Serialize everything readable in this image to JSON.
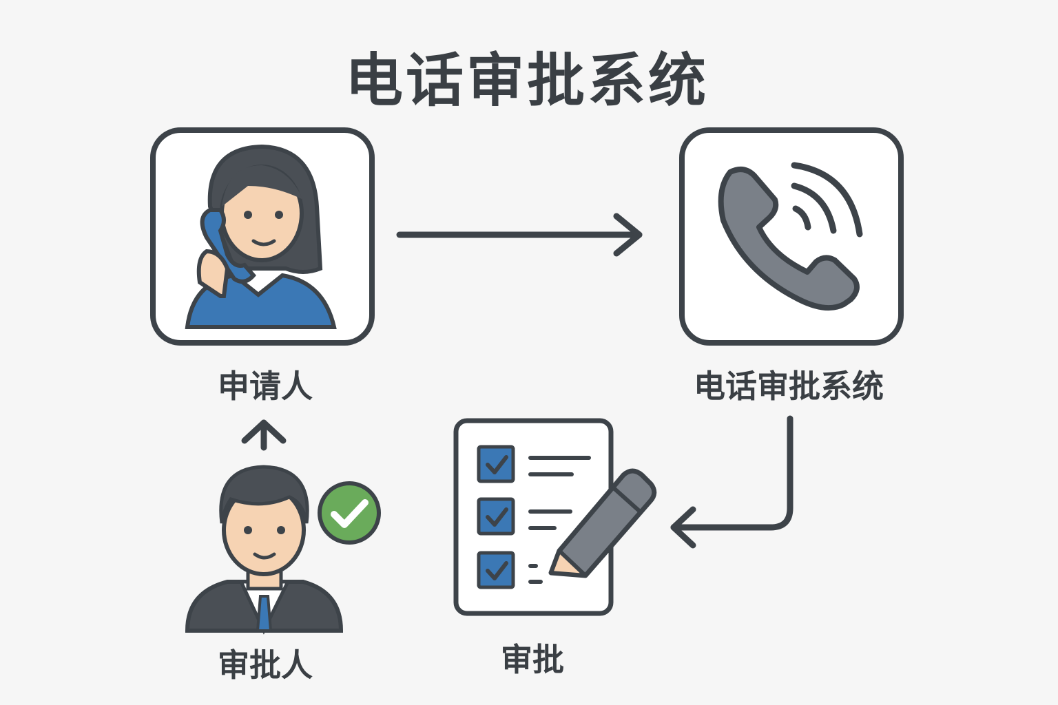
{
  "title": "电话审批系统",
  "nodes": {
    "applicant": "申请人",
    "system": "电话审批系统",
    "approval": "审批",
    "approver": "审批人"
  },
  "colors": {
    "stroke": "#3d4349",
    "blue": "#3b78b5",
    "gray": "#7a8088",
    "green": "#6aab5b",
    "skin": "#f6d3b3",
    "background": "#f6f6f6"
  }
}
